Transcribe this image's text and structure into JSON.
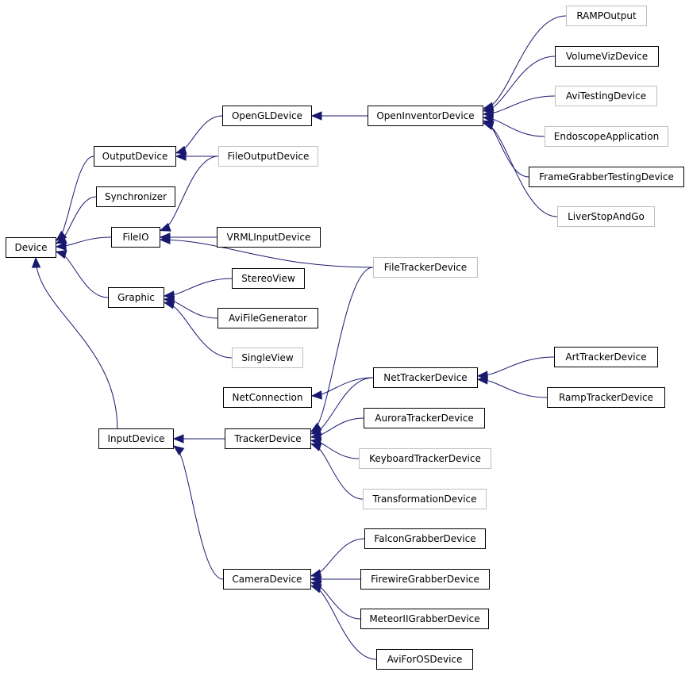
{
  "colors": {
    "edge": "#191970",
    "border": "#000000",
    "border_undocumented": "#bfbfbf",
    "text": "#000000",
    "background": "#ffffff"
  },
  "nodes": [
    {
      "id": "Device",
      "label": "Device",
      "documented": true
    },
    {
      "id": "OutputDevice",
      "label": "OutputDevice",
      "documented": true
    },
    {
      "id": "Synchronizer",
      "label": "Synchronizer",
      "documented": true
    },
    {
      "id": "FileIO",
      "label": "FileIO",
      "documented": true
    },
    {
      "id": "Graphic",
      "label": "Graphic",
      "documented": true
    },
    {
      "id": "InputDevice",
      "label": "InputDevice",
      "documented": true
    },
    {
      "id": "OpenGLDevice",
      "label": "OpenGLDevice",
      "documented": true
    },
    {
      "id": "FileOutputDevice",
      "label": "FileOutputDevice",
      "documented": false
    },
    {
      "id": "VRMLInputDevice",
      "label": "VRMLInputDevice",
      "documented": true
    },
    {
      "id": "StereoView",
      "label": "StereoView",
      "documented": true
    },
    {
      "id": "AviFileGenerator",
      "label": "AviFileGenerator",
      "documented": true
    },
    {
      "id": "SingleView",
      "label": "SingleView",
      "documented": false
    },
    {
      "id": "NetConnection",
      "label": "NetConnection",
      "documented": true
    },
    {
      "id": "TrackerDevice",
      "label": "TrackerDevice",
      "documented": true
    },
    {
      "id": "CameraDevice",
      "label": "CameraDevice",
      "documented": true
    },
    {
      "id": "OpenInventorDevice",
      "label": "OpenInventorDevice",
      "documented": true
    },
    {
      "id": "FileTrackerDevice",
      "label": "FileTrackerDevice",
      "documented": false
    },
    {
      "id": "NetTrackerDevice",
      "label": "NetTrackerDevice",
      "documented": true
    },
    {
      "id": "AuroraTrackerDevice",
      "label": "AuroraTrackerDevice",
      "documented": true
    },
    {
      "id": "KeyboardTrackerDevice",
      "label": "KeyboardTrackerDevice",
      "documented": false
    },
    {
      "id": "TransformationDevice",
      "label": "TransformationDevice",
      "documented": false
    },
    {
      "id": "FalconGrabberDevice",
      "label": "FalconGrabberDevice",
      "documented": true
    },
    {
      "id": "FirewireGrabberDevice",
      "label": "FirewireGrabberDevice",
      "documented": true
    },
    {
      "id": "MeteorIIGrabberDevice",
      "label": "MeteorIIGrabberDevice",
      "documented": true
    },
    {
      "id": "AviForOSDevice",
      "label": "AviForOSDevice",
      "documented": true
    },
    {
      "id": "RAMPOutput",
      "label": "RAMPOutput",
      "documented": false
    },
    {
      "id": "VolumeVizDevice",
      "label": "VolumeVizDevice",
      "documented": true
    },
    {
      "id": "AviTestingDevice",
      "label": "AviTestingDevice",
      "documented": false
    },
    {
      "id": "EndoscopeApplication",
      "label": "EndoscopeApplication",
      "documented": false
    },
    {
      "id": "FrameGrabberTestingDevice",
      "label": "FrameGrabberTestingDevice",
      "documented": true
    },
    {
      "id": "LiverStopAndGo",
      "label": "LiverStopAndGo",
      "documented": false
    },
    {
      "id": "ArtTrackerDevice",
      "label": "ArtTrackerDevice",
      "documented": true
    },
    {
      "id": "RampTrackerDevice",
      "label": "RampTrackerDevice",
      "documented": true
    }
  ],
  "edges": [
    {
      "from": "OutputDevice",
      "to": "Device"
    },
    {
      "from": "Synchronizer",
      "to": "Device"
    },
    {
      "from": "FileIO",
      "to": "Device"
    },
    {
      "from": "Graphic",
      "to": "Device"
    },
    {
      "from": "InputDevice",
      "to": "Device"
    },
    {
      "from": "OpenGLDevice",
      "to": "OutputDevice"
    },
    {
      "from": "FileOutputDevice",
      "to": "OutputDevice"
    },
    {
      "from": "FileOutputDevice",
      "to": "FileIO"
    },
    {
      "from": "VRMLInputDevice",
      "to": "FileIO"
    },
    {
      "from": "FileTrackerDevice",
      "to": "FileIO"
    },
    {
      "from": "StereoView",
      "to": "Graphic"
    },
    {
      "from": "AviFileGenerator",
      "to": "Graphic"
    },
    {
      "from": "SingleView",
      "to": "Graphic"
    },
    {
      "from": "TrackerDevice",
      "to": "InputDevice"
    },
    {
      "from": "CameraDevice",
      "to": "InputDevice"
    },
    {
      "from": "OpenInventorDevice",
      "to": "OpenGLDevice"
    },
    {
      "from": "NetTrackerDevice",
      "to": "NetConnection"
    },
    {
      "from": "FileTrackerDevice",
      "to": "TrackerDevice"
    },
    {
      "from": "NetTrackerDevice",
      "to": "TrackerDevice"
    },
    {
      "from": "AuroraTrackerDevice",
      "to": "TrackerDevice"
    },
    {
      "from": "KeyboardTrackerDevice",
      "to": "TrackerDevice"
    },
    {
      "from": "TransformationDevice",
      "to": "TrackerDevice"
    },
    {
      "from": "FalconGrabberDevice",
      "to": "CameraDevice"
    },
    {
      "from": "FirewireGrabberDevice",
      "to": "CameraDevice"
    },
    {
      "from": "MeteorIIGrabberDevice",
      "to": "CameraDevice"
    },
    {
      "from": "AviForOSDevice",
      "to": "CameraDevice"
    },
    {
      "from": "RAMPOutput",
      "to": "OpenInventorDevice"
    },
    {
      "from": "VolumeVizDevice",
      "to": "OpenInventorDevice"
    },
    {
      "from": "AviTestingDevice",
      "to": "OpenInventorDevice"
    },
    {
      "from": "EndoscopeApplication",
      "to": "OpenInventorDevice"
    },
    {
      "from": "FrameGrabberTestingDevice",
      "to": "OpenInventorDevice"
    },
    {
      "from": "LiverStopAndGo",
      "to": "OpenInventorDevice"
    },
    {
      "from": "ArtTrackerDevice",
      "to": "NetTrackerDevice"
    },
    {
      "from": "RampTrackerDevice",
      "to": "NetTrackerDevice"
    }
  ]
}
